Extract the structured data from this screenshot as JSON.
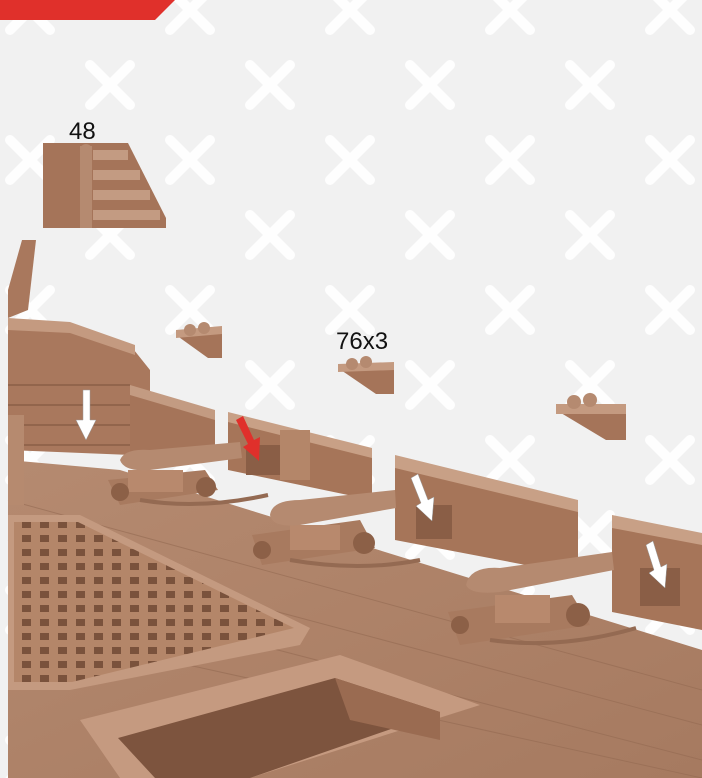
{
  "colors": {
    "background": "#f1f1f1",
    "pattern": "#ffffff",
    "badge": "#e0302b",
    "wood": "#a8785e",
    "wood_dark": "#7e563f",
    "wood_light": "#c69a80",
    "deck": "#b88a6f",
    "arrow_white": "#ffffff",
    "arrow_red": "#e0302b"
  },
  "part_labels": {
    "stairs": "48",
    "cannon_blocks": "76x3"
  },
  "icons": [
    "white-arrow-icon",
    "red-arrow-icon",
    "cross-pattern"
  ]
}
